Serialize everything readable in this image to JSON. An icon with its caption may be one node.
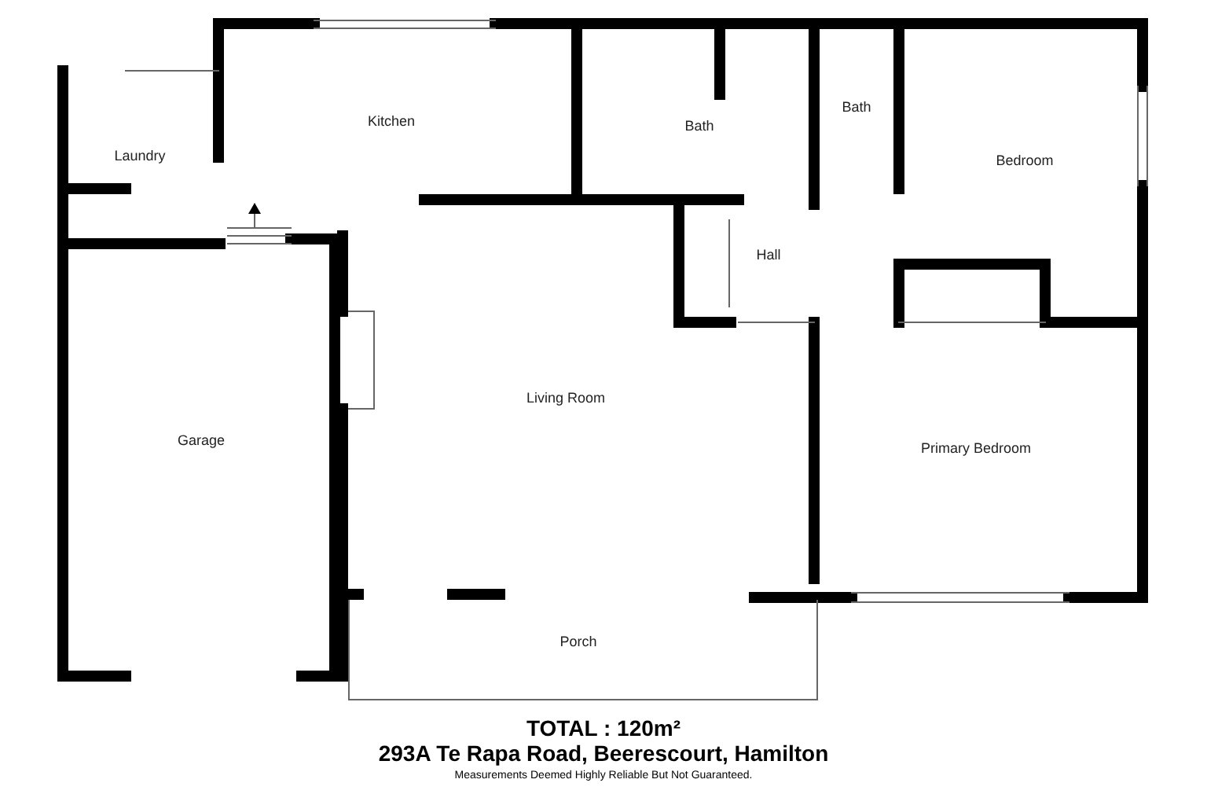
{
  "diagram": {
    "title": "TOTAL : 120m²",
    "nodes": [
      {
        "text": [
          "Kitchen"
        ]
      },
      {
        "text": [
          "Laundry"
        ]
      },
      {
        "text": [
          "Bath"
        ]
      },
      {
        "text": [
          "Bath"
        ]
      },
      {
        "text": [
          "Bedroom"
        ]
      },
      {
        "text": [
          "Hall"
        ]
      },
      {
        "text": [
          "Living Room"
        ]
      },
      {
        "text": [
          "Garage"
        ]
      },
      {
        "text": [
          "Primary Bedroom"
        ]
      },
      {
        "text": [
          "Porch"
        ]
      }
    ],
    "labels": [
      "293A Te Rapa Road, Beerescourt, Hamilton",
      "Measurements Deemed Highly Reliable But Not Guaranteed."
    ]
  }
}
